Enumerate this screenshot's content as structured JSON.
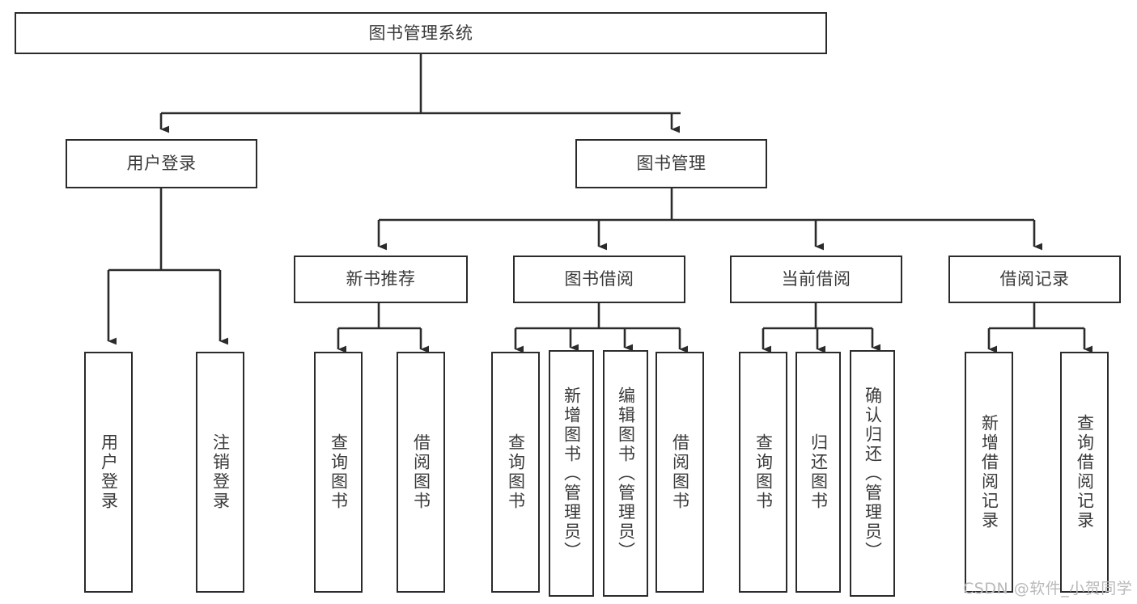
{
  "diagram": {
    "title": "图书管理系统",
    "type": "tree-hierarchy-diagram",
    "colors": {
      "box_border": "#2b2b2b",
      "box_fill": "#ffffff",
      "connector": "#2b2b2b",
      "text": "#3a3a3a",
      "background": "#ffffff",
      "watermark": "#b9b9b9"
    },
    "watermark": "CSDN @软件_小贺同学",
    "levels": {
      "root": {
        "label": "图书管理系统",
        "orientation": "horizontal"
      },
      "level2": [
        {
          "id": "user-login",
          "label": "用户登录",
          "orientation": "horizontal"
        },
        {
          "id": "book-management",
          "label": "图书管理",
          "orientation": "horizontal"
        }
      ],
      "level3": [
        {
          "id": "new-book-recommend",
          "label": "新书推荐",
          "orientation": "horizontal",
          "parent": "book-management"
        },
        {
          "id": "book-borrow",
          "label": "图书借阅",
          "orientation": "horizontal",
          "parent": "book-management"
        },
        {
          "id": "current-borrow",
          "label": "当前借阅",
          "orientation": "horizontal",
          "parent": "book-management"
        },
        {
          "id": "borrow-record",
          "label": "借阅记录",
          "orientation": "horizontal",
          "parent": "book-management"
        }
      ],
      "leaves": [
        {
          "id": "leaf-user-login",
          "label": "用户登录",
          "orientation": "vertical",
          "parent": "user-login"
        },
        {
          "id": "leaf-user-logout",
          "label": "注销登录",
          "orientation": "vertical",
          "parent": "user-login"
        },
        {
          "id": "leaf-query-book-1",
          "label": "查询图书",
          "orientation": "vertical",
          "parent": "new-book-recommend"
        },
        {
          "id": "leaf-borrow-book-1",
          "label": "借阅图书",
          "orientation": "vertical",
          "parent": "new-book-recommend"
        },
        {
          "id": "leaf-query-book-2",
          "label": "查询图书",
          "orientation": "vertical",
          "parent": "book-borrow"
        },
        {
          "id": "leaf-add-book",
          "label": "新增图书（管理员）",
          "orientation": "vertical",
          "parent": "book-borrow"
        },
        {
          "id": "leaf-edit-book",
          "label": "编辑图书（管理员）",
          "orientation": "vertical",
          "parent": "book-borrow"
        },
        {
          "id": "leaf-borrow-book-2",
          "label": "借阅图书",
          "orientation": "vertical",
          "parent": "book-borrow"
        },
        {
          "id": "leaf-query-book-3",
          "label": "查询图书",
          "orientation": "vertical",
          "parent": "current-borrow"
        },
        {
          "id": "leaf-return-book",
          "label": "归还图书",
          "orientation": "vertical",
          "parent": "current-borrow"
        },
        {
          "id": "leaf-confirm-return",
          "label": "确认归还（管理员）",
          "orientation": "vertical",
          "parent": "current-borrow"
        },
        {
          "id": "leaf-add-record",
          "label": "新增借阅记录",
          "orientation": "vertical",
          "parent": "borrow-record"
        },
        {
          "id": "leaf-query-record",
          "label": "查询借阅记录",
          "orientation": "vertical",
          "parent": "borrow-record"
        }
      ]
    }
  }
}
